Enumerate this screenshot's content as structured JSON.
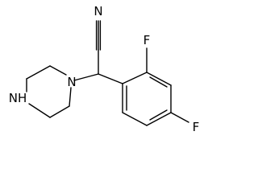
{
  "molecule": {
    "atoms": {
      "nitrile_n": "N",
      "fluoro_top": "F",
      "fluoro_right": "F",
      "piperazine_n": "N",
      "piperazine_nh": "NH"
    },
    "colors": {
      "bond": "#000000",
      "label": "#000000",
      "background": "#ffffff"
    }
  }
}
